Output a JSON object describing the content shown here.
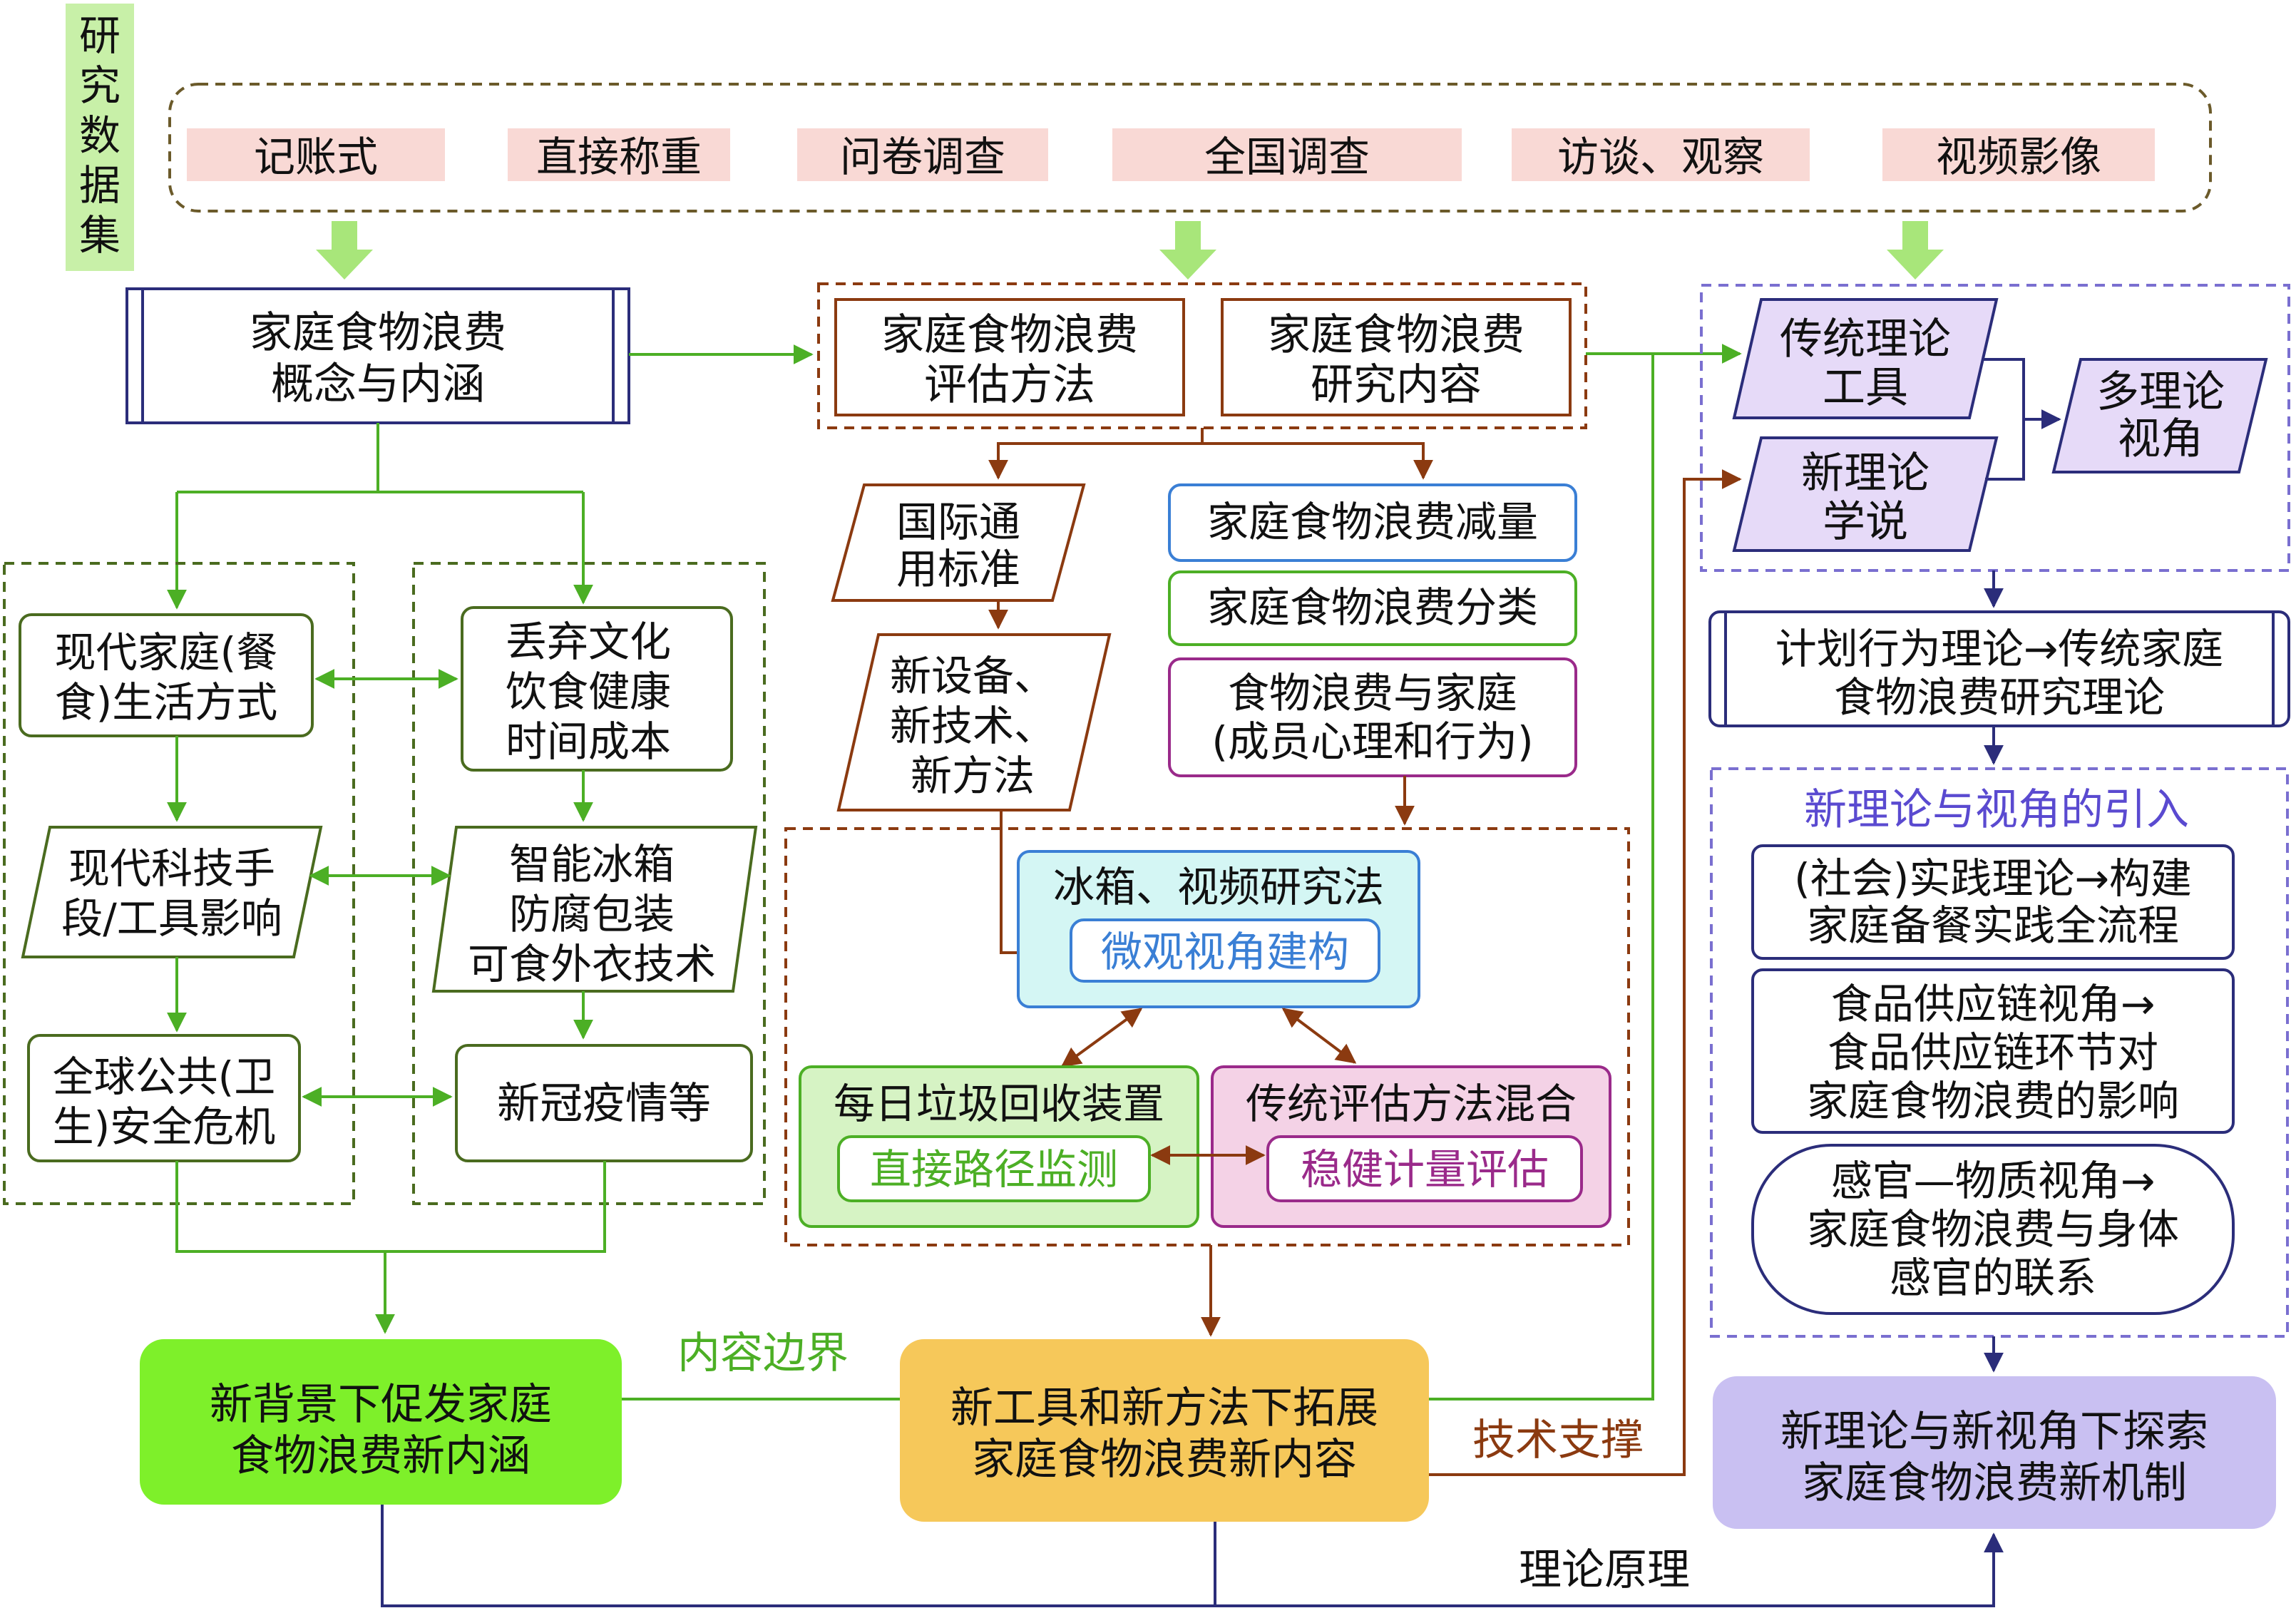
{
  "colors": {
    "green": "#4caf25",
    "brown": "#8b3a10",
    "navy": "#2b2d7a",
    "blue": "#3a7fd5",
    "purple": "#9a2a8a",
    "dashGreen": "#4a6b1f",
    "dashBrown": "#8b3a10",
    "dashPurple": "#7a6fd0",
    "dashTop": "#6b5a2a",
    "pink": "#f9d9d5",
    "lightGreen": "#c8f0a8",
    "arrowGreen": "#a8e67a"
  },
  "dataset": {
    "side_label": "研究数据集",
    "methods": [
      "记账式",
      "直接称重",
      "问卷调查",
      "全国调查",
      "访谈、观察",
      "视频影像"
    ]
  },
  "col1": {
    "concept": [
      "家庭食物浪费",
      "概念与内涵"
    ],
    "lifestyle": [
      "现代家庭(餐",
      "食)生活方式"
    ],
    "tech": [
      "现代科技手",
      "段/工具影响"
    ],
    "crisis": [
      "全球公共(卫",
      "生)安全危机"
    ],
    "culture": [
      "丢弃文化",
      "饮食健康",
      "时间成本"
    ],
    "fridge": [
      "智能冰箱",
      "防腐包装",
      "可食外衣技术"
    ],
    "covid": "新冠疫情等",
    "result": [
      "新背景下促发家庭",
      "食物浪费新内涵"
    ]
  },
  "col2": {
    "method_box": [
      "家庭食物浪费",
      "评估方法"
    ],
    "content_box": [
      "家庭食物浪费",
      "研究内容"
    ],
    "intl": [
      "国际通",
      "用标准"
    ],
    "new_tools": [
      "新设备、",
      "新技术、",
      "新方法"
    ],
    "reduce": "家庭食物浪费减量",
    "classify": "家庭食物浪费分类",
    "psych": [
      "食物浪费与家庭",
      "(成员心理和行为)"
    ],
    "fridge_video": "冰箱、视频研究法",
    "micro": "微观视角建构",
    "daily": "每日垃圾回收装置",
    "direct": "直接路径监测",
    "mixed": "传统评估方法混合",
    "robust": "稳健计量评估",
    "result": [
      "新工具和新方法下拓展",
      "家庭食物浪费新内容"
    ]
  },
  "col3": {
    "traditional": [
      "传统理论",
      "工具"
    ],
    "new_theory": [
      "新理论",
      "学说"
    ],
    "multi": [
      "多理论",
      "视角"
    ],
    "tpb": [
      "计划行为理论→传统家庭",
      "食物浪费研究理论"
    ],
    "intro_title": "新理论与视角的引入",
    "practice": [
      "(社会)实践理论→构建",
      "家庭备餐实践全流程"
    ],
    "supply": [
      "食品供应链视角→",
      "食品供应链环节对",
      "家庭食物浪费的影响"
    ],
    "sensory": [
      "感官—物质视角→",
      "家庭食物浪费与身体",
      "感官的联系"
    ],
    "result": [
      "新理论与新视角下探索",
      "家庭食物浪费新机制"
    ]
  },
  "labels": {
    "content_boundary": "内容边界",
    "tech_support": "技术支撑",
    "theory_principle": "理论原理"
  }
}
